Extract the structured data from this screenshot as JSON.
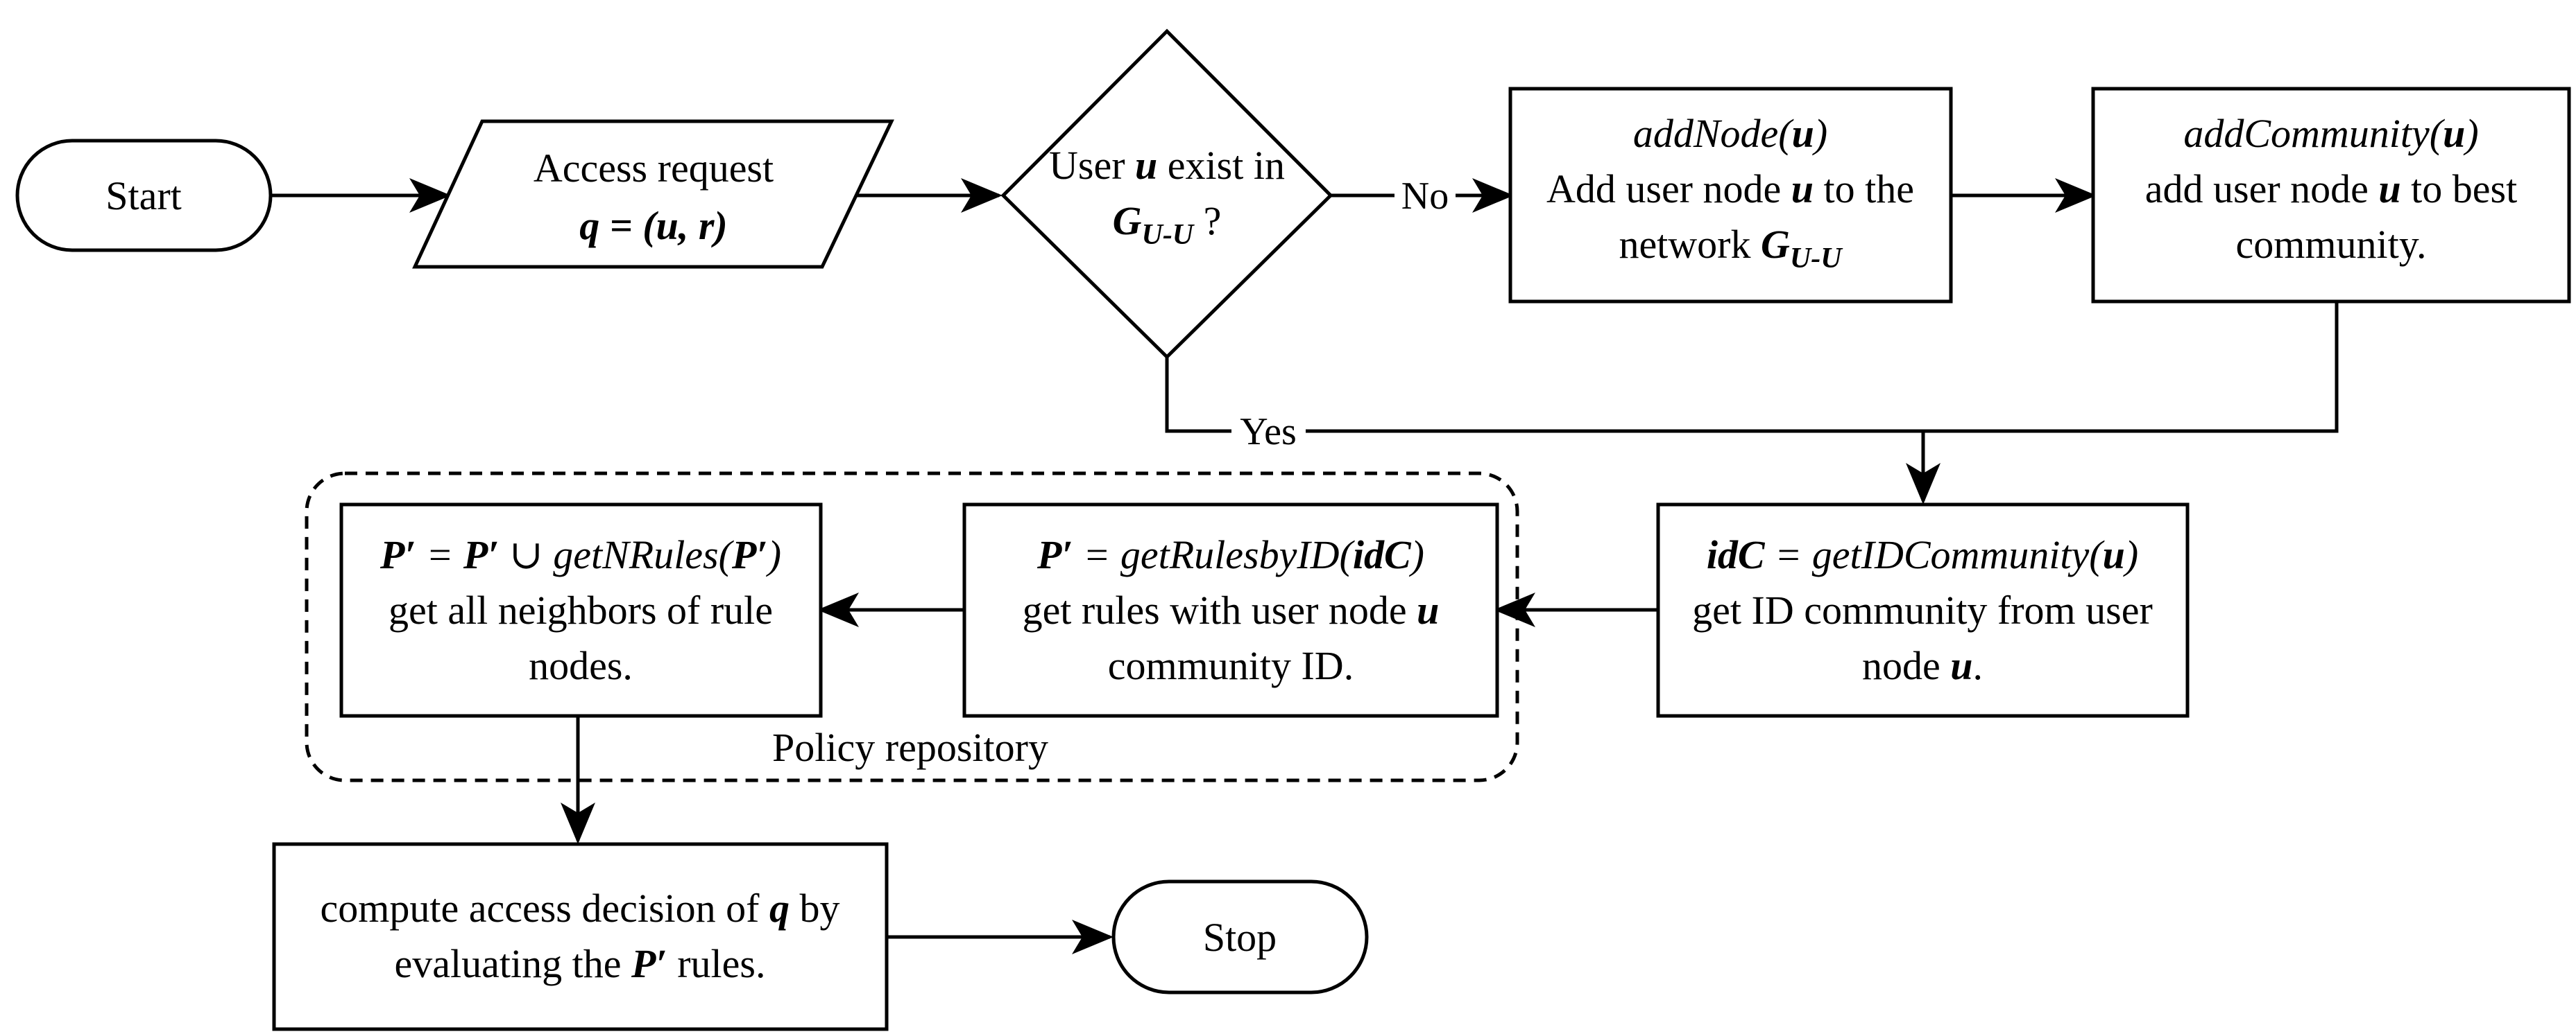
{
  "nodes": {
    "start": {
      "label": "Start"
    },
    "access_request": {
      "line1": "Access request",
      "line2": "q = (u, r)"
    },
    "decision": {
      "pre": "User ",
      "var": "u",
      "post": " exist in",
      "graph": "G",
      "graph_sub": "U-U",
      "question": " ?"
    },
    "add_node": {
      "func": "addNode(",
      "func_arg": "u",
      "func_close": ")",
      "line2_pre": "Add user node ",
      "line2_var": "u",
      "line2_post": " to the",
      "line3_pre": "network ",
      "graph": "G",
      "graph_sub": "U-U"
    },
    "add_community": {
      "func": "addCommunity(",
      "func_arg": "u",
      "func_close": ")",
      "line2_pre": "add user node ",
      "line2_var": "u",
      "line2_post": " to best",
      "line3": "community."
    },
    "get_id_community": {
      "lhs": "idC",
      "eq": " = ",
      "func": "getIDCommunity(",
      "func_arg": "u",
      "func_close": ")",
      "line2": "get ID community from user",
      "line3_pre": "node ",
      "line3_var": "u",
      "line3_post": "."
    },
    "get_rules_by_id": {
      "lhs": "P′",
      "eq": " = ",
      "func": "getRulesbyID(",
      "func_arg": "idC",
      "func_close": ")",
      "line2_pre": "get rules with user node ",
      "line2_var": "u",
      "line3": "community ID."
    },
    "get_n_rules": {
      "lhs": "P′",
      "eq": " = ",
      "lhs2": "P′",
      "union": " ∪ ",
      "func": "getNRules(",
      "func_arg": "P′",
      "func_close": ")",
      "line2": "get all neighbors of rule",
      "line3": "nodes."
    },
    "compute_decision": {
      "line1_pre": "compute access decision of ",
      "line1_var": "q",
      "line1_post": " by",
      "line2_pre": "evaluating the ",
      "line2_var": "P′",
      "line2_post": " rules."
    },
    "stop": {
      "label": "Stop"
    }
  },
  "edges": {
    "no_label": "No",
    "yes_label": "Yes"
  },
  "group": {
    "label": "Policy repository"
  }
}
